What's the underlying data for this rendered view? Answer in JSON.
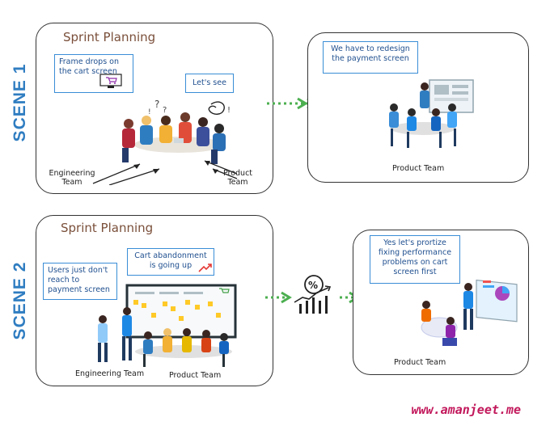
{
  "scenes": [
    {
      "label": "SCENE 1",
      "title": "Sprint Planning",
      "bubbles": [
        "Frame drops on the cart screen",
        "Let's see"
      ],
      "captions": [
        "Engineering Team",
        "Product Team"
      ],
      "result_bubble": "We have to redesign the payment screen",
      "result_caption": "Product Team"
    },
    {
      "label": "SCENE 2",
      "title": "Sprint Planning",
      "bubbles": [
        "Users just don't reach to payment screen",
        "Cart abandonment is going up"
      ],
      "captions": [
        "Engineering Team",
        "Product Team"
      ],
      "result_bubble": "Yes let's prortize fixing performance problems on cart screen first",
      "result_caption": "Product Team"
    }
  ],
  "footer": {
    "website": "www.amanjeet.me"
  },
  "colors": {
    "accent": "#2f7dc1",
    "title": "#7a4f3a",
    "arrow": "#4caf50",
    "website": "#c2185b"
  }
}
